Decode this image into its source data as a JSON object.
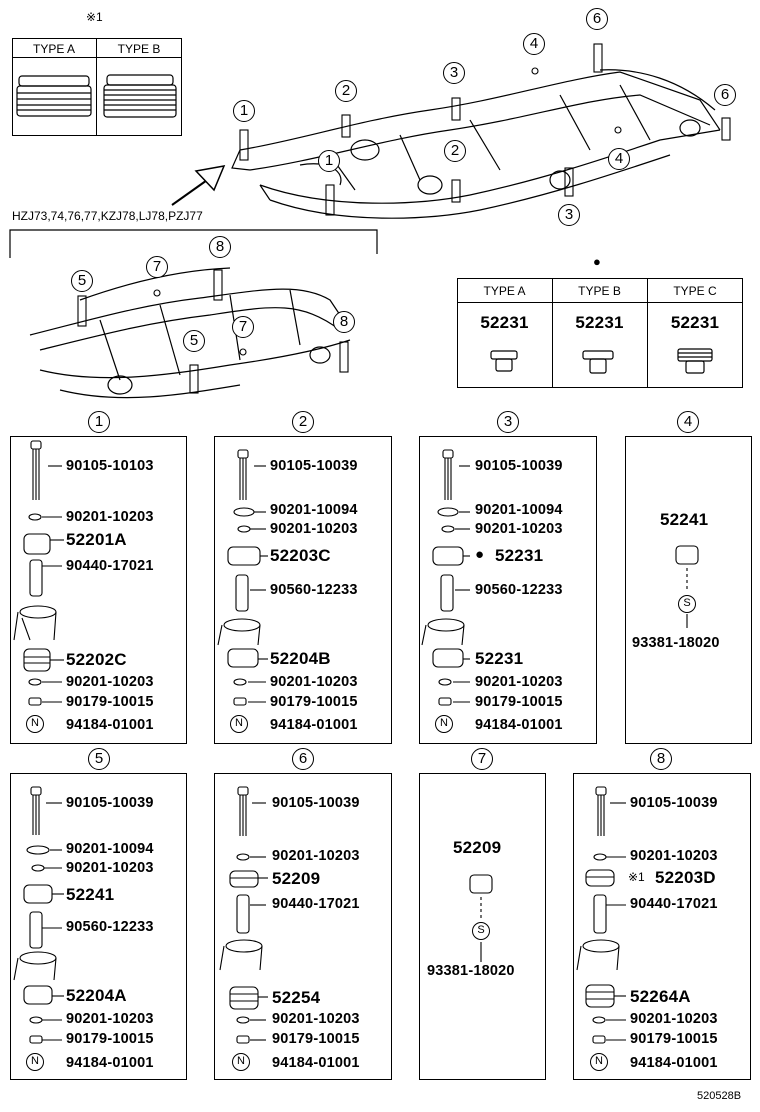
{
  "top_legend": {
    "mark": "※1",
    "type_a": "TYPE A",
    "type_b": "TYPE B"
  },
  "model_label": "HZJ73,74,76,77,KZJ78,LJ78,PZJ77",
  "callouts_top": [
    "1",
    "2",
    "3",
    "4",
    "6",
    "6",
    "4",
    "3",
    "2",
    "1"
  ],
  "callouts_lower": [
    "5",
    "7",
    "8",
    "5",
    "7",
    "8"
  ],
  "type_table": {
    "mark": "●",
    "headers": [
      "TYPE A",
      "TYPE B",
      "TYPE C"
    ],
    "parts": [
      "52231",
      "52231",
      "52231"
    ]
  },
  "sections": [
    {
      "num": "1",
      "items": [
        {
          "pn": "90105-10103"
        },
        {
          "pn": "90201-10203"
        },
        {
          "pn": "52201A",
          "big": true
        },
        {
          "pn": "90440-17021"
        },
        {
          "pn": "52202C",
          "big": true
        },
        {
          "pn": "90201-10203"
        },
        {
          "pn": "90179-10015"
        },
        {
          "pn": "94184-01001",
          "prefix": "N"
        }
      ]
    },
    {
      "num": "2",
      "items": [
        {
          "pn": "90105-10039"
        },
        {
          "pn": "90201-10094"
        },
        {
          "pn": "90201-10203"
        },
        {
          "pn": "52203C",
          "big": true
        },
        {
          "pn": "90560-12233"
        },
        {
          "pn": "52204B",
          "big": true
        },
        {
          "pn": "90201-10203"
        },
        {
          "pn": "90179-10015"
        },
        {
          "pn": "94184-01001",
          "prefix": "N"
        }
      ]
    },
    {
      "num": "3",
      "items": [
        {
          "pn": "90105-10039"
        },
        {
          "pn": "90201-10094"
        },
        {
          "pn": "90201-10203"
        },
        {
          "pn": "52231",
          "big": true,
          "prefix": "●"
        },
        {
          "pn": "90560-12233"
        },
        {
          "pn": "52231",
          "big": true
        },
        {
          "pn": "90201-10203"
        },
        {
          "pn": "90179-10015"
        },
        {
          "pn": "94184-01001",
          "prefix": "N"
        }
      ]
    },
    {
      "num": "4",
      "items": [
        {
          "pn": "52241",
          "big": true
        },
        {
          "pn": "S"
        },
        {
          "pn": "93381-18020"
        }
      ]
    },
    {
      "num": "5",
      "items": [
        {
          "pn": "90105-10039"
        },
        {
          "pn": "90201-10094"
        },
        {
          "pn": "90201-10203"
        },
        {
          "pn": "52241",
          "big": true
        },
        {
          "pn": "90560-12233"
        },
        {
          "pn": "52204A",
          "big": true
        },
        {
          "pn": "90201-10203"
        },
        {
          "pn": "90179-10015"
        },
        {
          "pn": "94184-01001",
          "prefix": "N"
        }
      ]
    },
    {
      "num": "6",
      "items": [
        {
          "pn": "90105-10039"
        },
        {
          "pn": "90201-10203"
        },
        {
          "pn": "52209",
          "big": true
        },
        {
          "pn": "90440-17021"
        },
        {
          "pn": "52254",
          "big": true
        },
        {
          "pn": "90201-10203"
        },
        {
          "pn": "90179-10015"
        },
        {
          "pn": "94184-01001",
          "prefix": "N"
        }
      ]
    },
    {
      "num": "7",
      "items": [
        {
          "pn": "52209",
          "big": true
        },
        {
          "pn": "S"
        },
        {
          "pn": "93381-18020"
        }
      ]
    },
    {
      "num": "8",
      "items": [
        {
          "pn": "90105-10039"
        },
        {
          "pn": "90201-10203"
        },
        {
          "pn": "52203D",
          "big": true,
          "prefix": "※1"
        },
        {
          "pn": "90440-17021"
        },
        {
          "pn": "52264A",
          "big": true
        },
        {
          "pn": "90201-10203"
        },
        {
          "pn": "90179-10015"
        },
        {
          "pn": "94184-01001",
          "prefix": "N"
        }
      ]
    }
  ],
  "figure_code": "520528B"
}
